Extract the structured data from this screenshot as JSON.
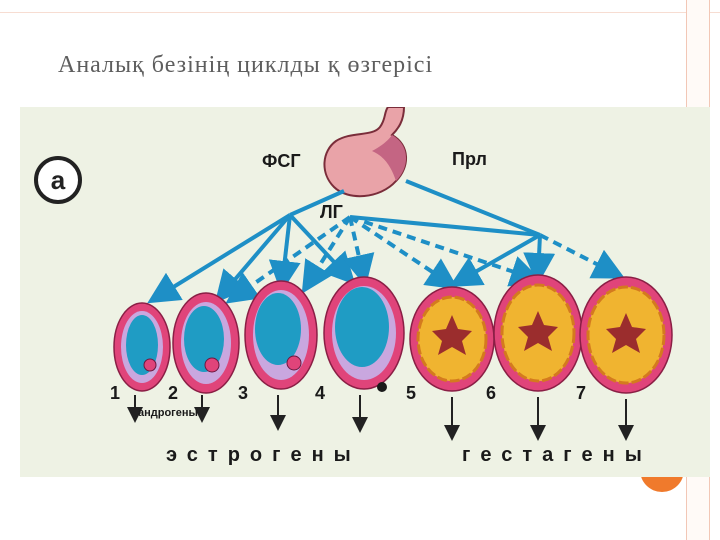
{
  "slide": {
    "title": "Аналық безінің циклды қ өзгерісі"
  },
  "figure": {
    "panel_label": "а",
    "hormones": {
      "fsh": "ФСГ",
      "lh": "ЛГ",
      "prl": "Прл"
    },
    "stages": [
      "1",
      "2",
      "3",
      "4",
      "5",
      "6",
      "7"
    ],
    "androgens_label": "андрогены",
    "estrogens_label": "эстрогены",
    "gestagens_label": "гестагены"
  },
  "colors": {
    "accent": "#f07a2c",
    "arrow": "#1e8fc6",
    "follicle_outer": "#e0447a",
    "oocyte_fluid": "#1f9cc4",
    "corpus_luteum": "#f0b430",
    "background_panel": "#eef2e4"
  }
}
